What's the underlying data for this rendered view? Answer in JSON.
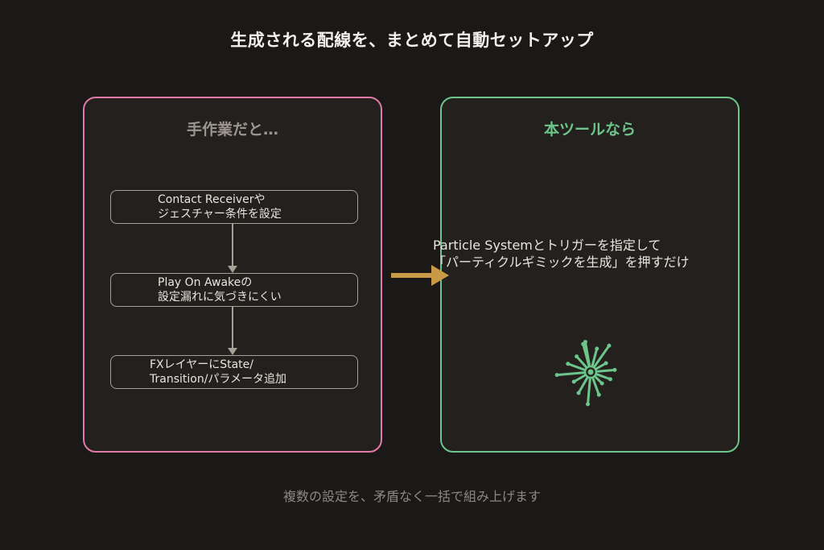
{
  "title": "生成される配線を、まとめて自動セットアップ",
  "left_panel": {
    "heading": "手作業だと…",
    "steps": [
      {
        "line1": "Contact Receiverや",
        "line2": "ジェスチャー条件を設定"
      },
      {
        "line1": "Play On Awakeの",
        "line2": "設定漏れに気づきにくい"
      },
      {
        "line1": "FXレイヤーにState/",
        "line2": "Transition/パラメータ追加"
      }
    ]
  },
  "right_panel": {
    "heading": "本ツールなら",
    "description": {
      "line1": "Particle Systemとトリガーを指定して",
      "line2": "「パーティクルギミックを生成」を押すだけ"
    },
    "icon": "particle-burst-icon"
  },
  "footer": "複数の設定を、矛盾なく一括で組み上げます",
  "colors": {
    "background": "#1b1918",
    "left_accent": "#e07aa8",
    "right_accent": "#6cc58a",
    "arrow": "#c89a45"
  }
}
